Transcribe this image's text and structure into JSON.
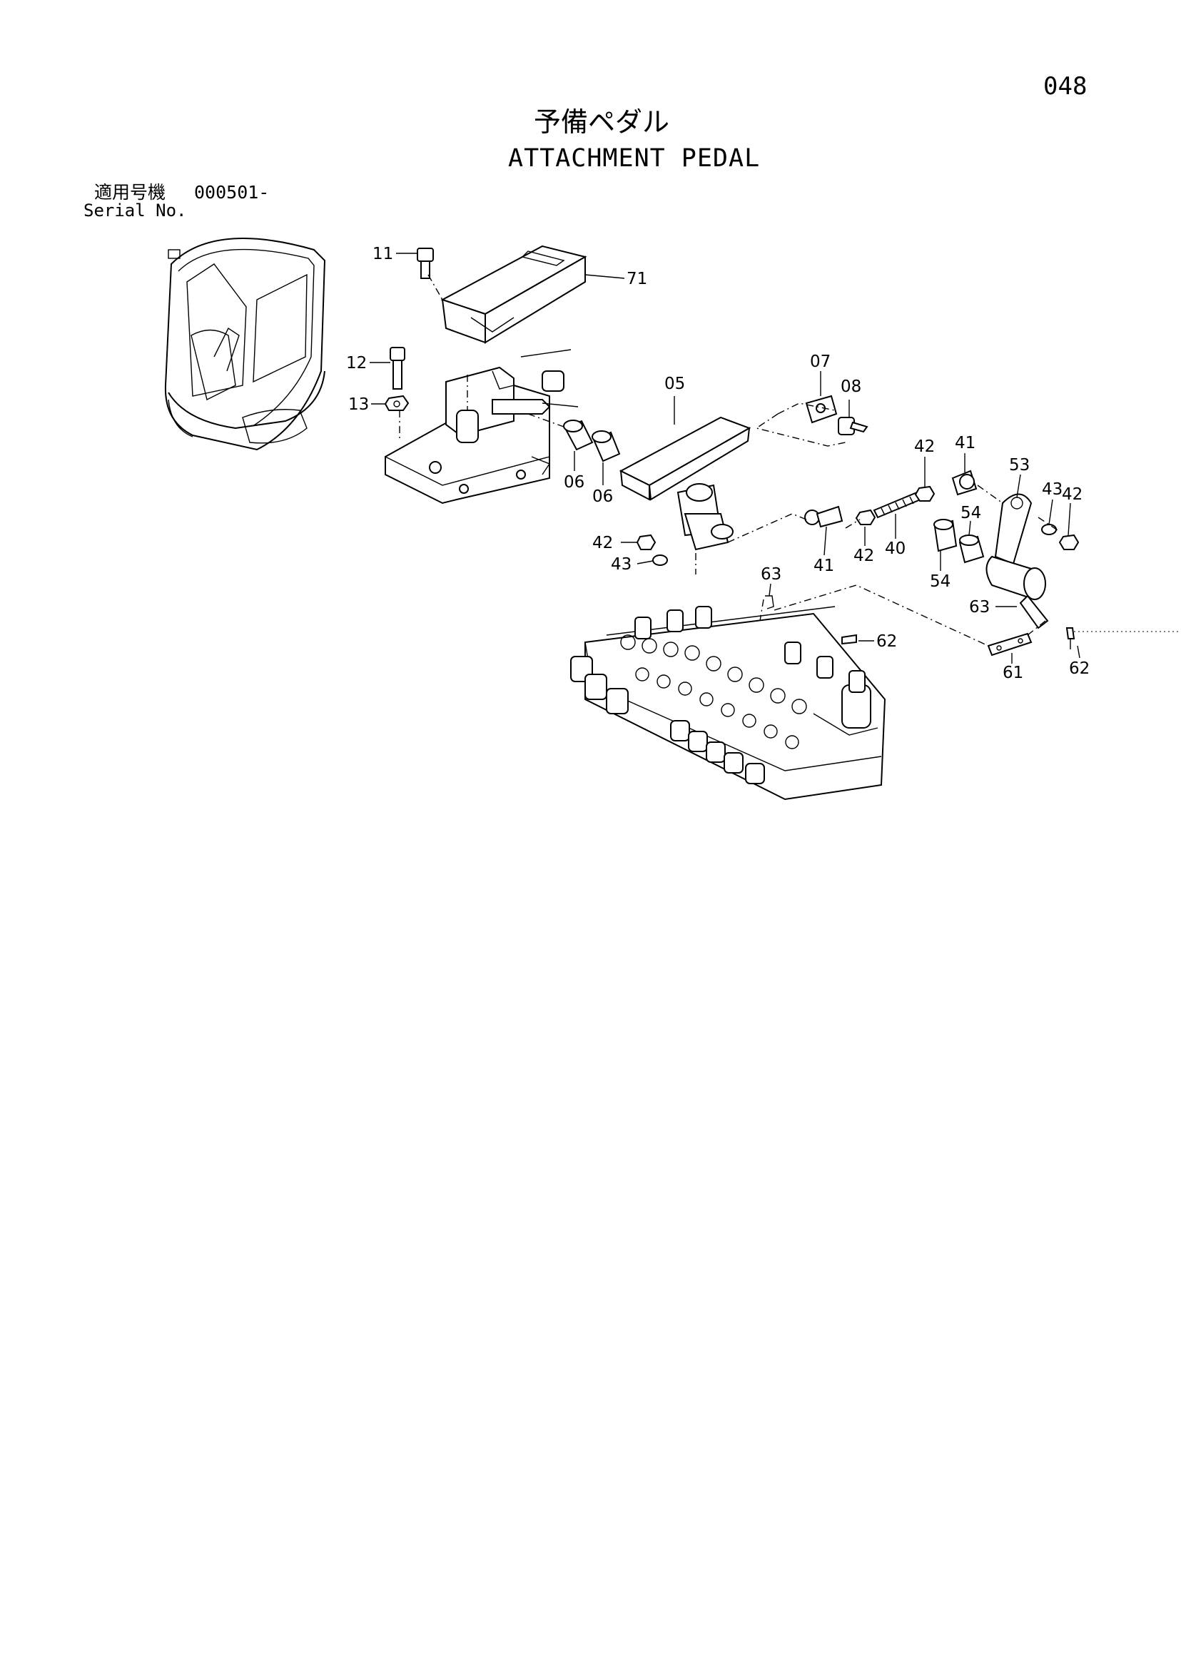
{
  "page_number": "048",
  "title_ja": "予備ペダル",
  "title_en": "ATTACHMENT PEDAL",
  "serial_label_ja": "適用号機",
  "serial_value": "000501-",
  "serial_label_en": "Serial No.",
  "callouts": [
    "11",
    "71",
    "12",
    "13",
    "05",
    "07",
    "08",
    "06",
    "06",
    "42",
    "41",
    "53",
    "43",
    "42",
    "54",
    "54",
    "40",
    "42",
    "41",
    "42",
    "43",
    "63",
    "62",
    "63",
    "61",
    "62"
  ]
}
